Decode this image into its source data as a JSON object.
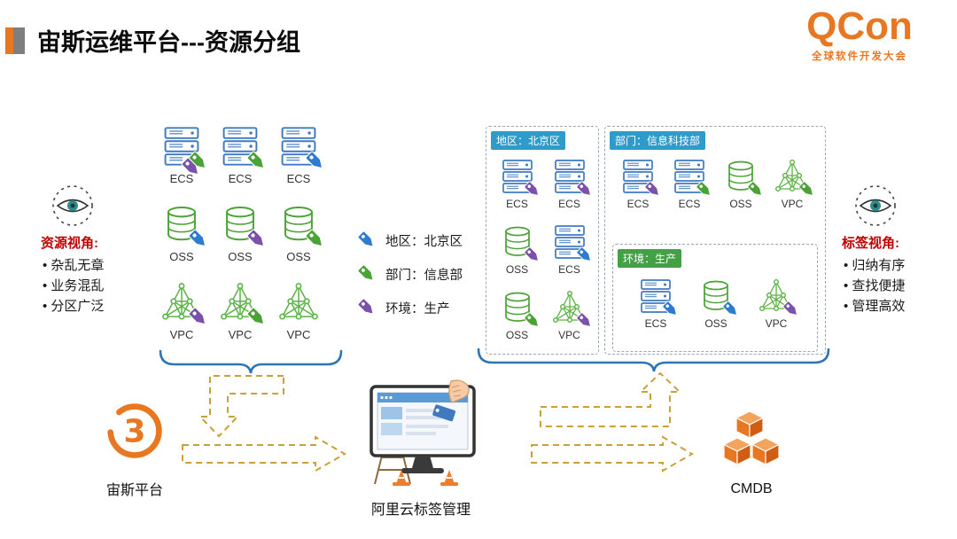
{
  "header": {
    "title": "宙斯运维平台---资源分组",
    "brand": "QCon",
    "brand_subtitle": "全球软件开发大会"
  },
  "resource_view": {
    "heading": "资源视角:",
    "bullets": [
      "杂乱无章",
      "业务混乱",
      "分区广泛"
    ]
  },
  "tag_view": {
    "heading": "标签视角:",
    "bullets": [
      "归纳有序",
      "查找便捷",
      "管理高效"
    ]
  },
  "legend": {
    "items": [
      {
        "tag": "blue",
        "label": "地区：北京区"
      },
      {
        "tag": "green",
        "label": "部门：信息部"
      },
      {
        "tag": "purple",
        "label": "环境：生产"
      }
    ]
  },
  "left_cluster": {
    "rows": [
      [
        {
          "type": "ecs",
          "label": "ECS",
          "tags": [
            "green",
            "purple"
          ]
        },
        {
          "type": "ecs",
          "label": "ECS",
          "tags": [
            "green"
          ]
        },
        {
          "type": "ecs",
          "label": "ECS",
          "tags": [
            "blue"
          ]
        }
      ],
      [
        {
          "type": "oss",
          "label": "OSS",
          "tags": [
            "blue"
          ]
        },
        {
          "type": "oss",
          "label": "OSS",
          "tags": [
            "purple"
          ]
        },
        {
          "type": "oss",
          "label": "OSS",
          "tags": [
            "green"
          ]
        }
      ],
      [
        {
          "type": "vpc",
          "label": "VPC",
          "tags": [
            "purple"
          ]
        },
        {
          "type": "vpc",
          "label": "VPC",
          "tags": [
            "green"
          ]
        },
        {
          "type": "vpc",
          "label": "VPC",
          "tags": []
        }
      ]
    ]
  },
  "region_box": {
    "title": "地区：北京区",
    "items": [
      {
        "type": "ecs",
        "label": "ECS",
        "tags": [
          "purple"
        ]
      },
      {
        "type": "ecs",
        "label": "ECS",
        "tags": [
          "purple"
        ]
      },
      {
        "type": "oss",
        "label": "OSS",
        "tags": [
          "purple"
        ]
      },
      {
        "type": "ecs",
        "label": "ECS",
        "tags": [
          "blue"
        ]
      },
      {
        "type": "oss",
        "label": "OSS",
        "tags": [
          "green"
        ]
      },
      {
        "type": "vpc",
        "label": "VPC",
        "tags": [
          "purple"
        ]
      }
    ]
  },
  "dept_box": {
    "title": "部门：信息科技部",
    "items": [
      {
        "type": "ecs",
        "label": "ECS",
        "tags": [
          "purple"
        ]
      },
      {
        "type": "ecs",
        "label": "ECS",
        "tags": [
          "green"
        ]
      },
      {
        "type": "oss",
        "label": "OSS",
        "tags": [
          "green"
        ]
      },
      {
        "type": "vpc",
        "label": "VPC",
        "tags": [
          "green"
        ]
      }
    ],
    "env_box": {
      "title": "环境：生产",
      "items": [
        {
          "type": "ecs",
          "label": "ECS",
          "tags": [
            "blue"
          ]
        },
        {
          "type": "oss",
          "label": "OSS",
          "tags": [
            "blue"
          ]
        },
        {
          "type": "vpc",
          "label": "VPC",
          "tags": [
            "purple"
          ]
        }
      ]
    }
  },
  "bottom": {
    "zeus_label": "宙斯平台",
    "tag_mgmt_label": "阿里云标签管理",
    "cmdb_label": "CMDB"
  },
  "colors": {
    "blue": "#2f7bd0",
    "green": "#4ba337",
    "purple": "#7b52ab",
    "icon_ecs": "#3f7ac0",
    "icon_oss": "#4ba337",
    "icon_vpc": "#5cb245",
    "orange": "#e87722",
    "red": "#c00000",
    "brace": "#2e75b6",
    "arrow": "#c9a13b",
    "badge_blue": "#2e9bcb",
    "badge_green": "#43a047"
  }
}
